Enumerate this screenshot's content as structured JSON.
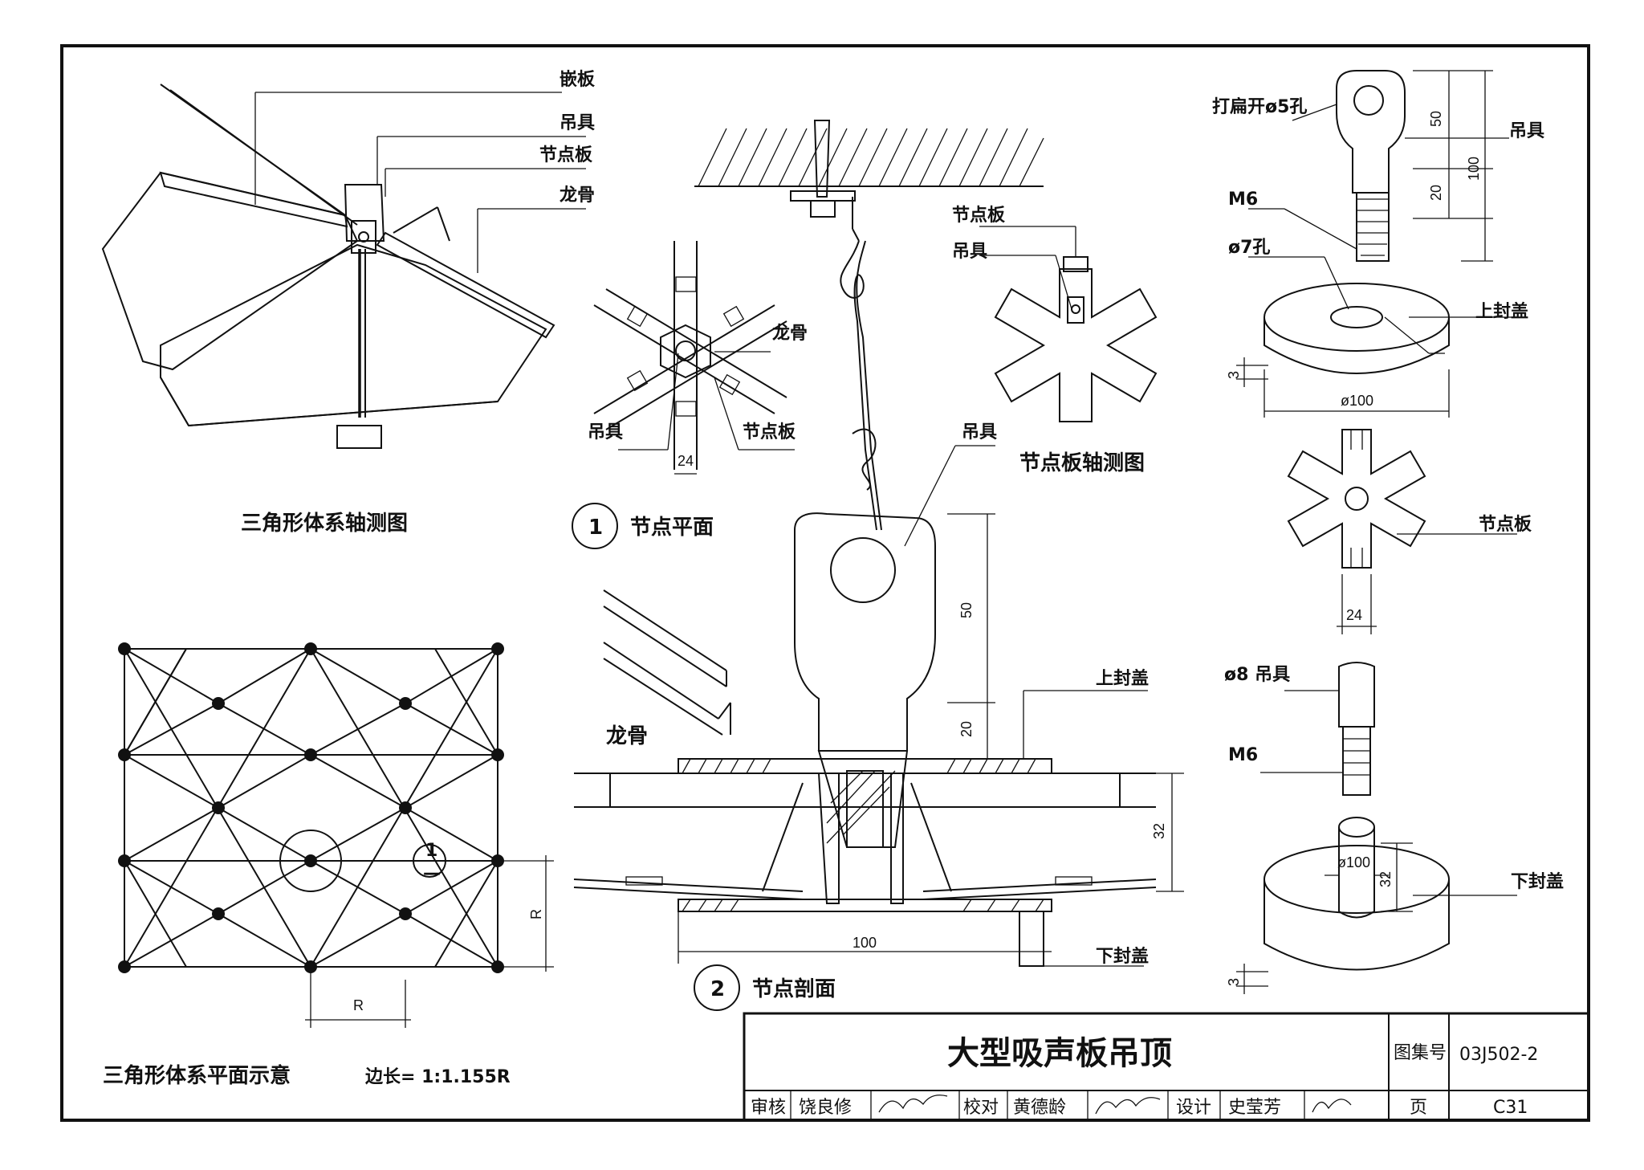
{
  "axon": {
    "labels": [
      "嵌板",
      "吊具",
      "节点板",
      "龙骨"
    ],
    "caption": "三角形体系轴测图"
  },
  "node_plan": {
    "labels": [
      "龙骨",
      "吊具",
      "节点板"
    ],
    "dim": "24",
    "number": "1",
    "caption": "节点平面"
  },
  "keel": {
    "label": "龙骨"
  },
  "node_plate_axon": {
    "labels": [
      "节点板",
      "吊具"
    ],
    "caption": "节点板轴测图"
  },
  "section": {
    "labels": [
      "吊具",
      "上封盖",
      "下封盖"
    ],
    "dims": [
      "50",
      "20",
      "32",
      "100"
    ],
    "number": "2",
    "caption": "节点剖面"
  },
  "plan": {
    "caption": "三角形体系平面示意",
    "formula": "边长= 1:1.155R",
    "dim_r": "R",
    "callout_num": "1",
    "callout_sub": "—"
  },
  "parts": {
    "hook_hole": "打扁开ø5孔",
    "hook": "吊具",
    "m6_a": "M6",
    "hole7": "ø7孔",
    "top_cap": "上封盖",
    "d100_a": "ø100",
    "node_plate": "节点板",
    "dim24": "24",
    "hook8": "ø8 吊具",
    "m6_b": "M6",
    "d100_b": "ø100",
    "bottom_cap": "下封盖",
    "dims": [
      "50",
      "20",
      "100",
      "3",
      "32",
      "3"
    ]
  },
  "title_block": {
    "title": "大型吸声板吊顶",
    "atlas_label": "图集号",
    "atlas_no": "03J502-2",
    "review_label": "审核",
    "reviewer": "饶良修",
    "check_label": "校对",
    "checker": "黄德龄",
    "design_label": "设计",
    "designer": "史莹芳",
    "page_label": "页",
    "page_no": "C31"
  }
}
